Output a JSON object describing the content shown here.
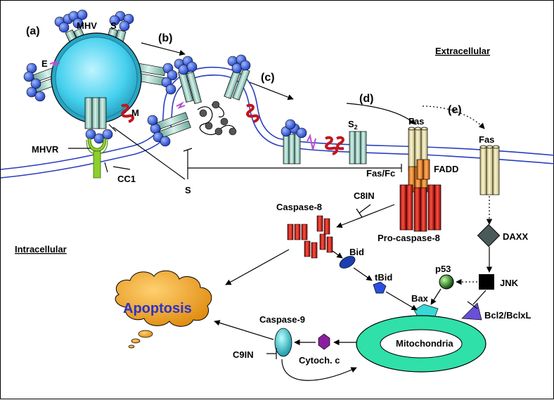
{
  "labels": {
    "a": "(a)",
    "b": "(b)",
    "c": "(c)",
    "d": "(d)",
    "e": "(e)",
    "mhv": "MHV",
    "s_top": "S",
    "e_protein": "E",
    "m_protein": "M",
    "mhvr": "MHVR",
    "cc1": "CC1",
    "s_bottom": "S",
    "s2": "S",
    "s2_sub": "2",
    "extracellular": "Extracellular",
    "intracellular": "Intracellular",
    "fas_d": "Fas",
    "fas_e": "Fas",
    "fas_fc": "Fas/Fc",
    "fadd": "FADD",
    "c8in": "C8IN",
    "caspase8": "Caspase-8",
    "procaspase8": "Pro-caspase-8",
    "daxx": "DAXX",
    "bid": "Bid",
    "tbid": "tBid",
    "p53": "p53",
    "jnk": "JNK",
    "bax": "Bax",
    "bcl2": "Bcl2/BclxL",
    "apoptosis": "Apoptosis",
    "caspase9": "Caspase-9",
    "c9in": "C9IN",
    "cytoch": "Cytoch. c",
    "mitochondria": "Mitochondria"
  },
  "colors": {
    "membrane": "#2a3fbf",
    "spike_blue": "#3a5fd9",
    "virion": "#45d0ee",
    "spike_body": "#b8e6dd",
    "receptor": "#8ccf2a",
    "m_protein": "#c0161c",
    "e_protein": "#b84fd0",
    "fas": "#f2e9b0",
    "fadd": "#f08a2a",
    "caspase": "#e0201a",
    "apoptosis_cloud": "#f5a623",
    "apoptosis_text": "#2b33c8",
    "mitochondria": "#2fe0a8",
    "caspase9": "#38c8d8",
    "cytoch": "#8a1fa0",
    "bax": "#38d8d8",
    "bcl2": "#6a4fd8",
    "bid": "#1a3faf",
    "p53": "#1a6a1a"
  }
}
